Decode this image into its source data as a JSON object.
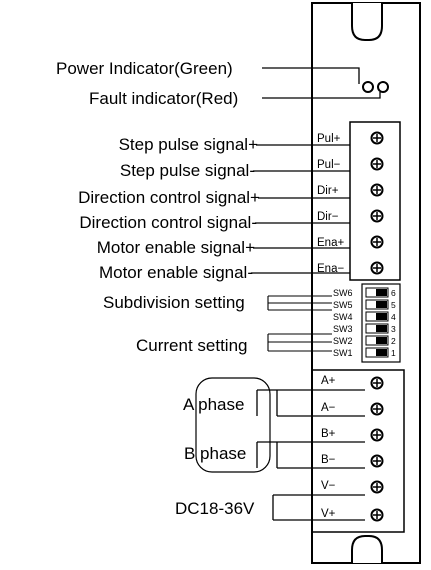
{
  "indicators": {
    "power": "Power Indicator(Green)",
    "fault": "Fault indicator(Red)"
  },
  "signal_labels": [
    "Step pulse signal+",
    "Step pulse signal-",
    "Direction control signal+",
    "Direction control signal-",
    "Motor enable signal+",
    "Motor enable signal-"
  ],
  "signal_terminals": [
    "Pul+",
    "Pul−",
    "Dir+",
    "Dir−",
    "Ena+",
    "Ena−"
  ],
  "settings": {
    "subdivision": "Subdivision setting",
    "current": "Current setting"
  },
  "dip_switches": [
    "SW6",
    "SW5",
    "SW4",
    "SW3",
    "SW2",
    "SW1"
  ],
  "dip_numbers": [
    "6",
    "5",
    "4",
    "3",
    "2",
    "1"
  ],
  "power_labels": {
    "a_phase": "A phase",
    "b_phase": "B phase",
    "dc": "DC18-36V"
  },
  "power_terminals": [
    "A+",
    "A−",
    "B+",
    "B−",
    "V−",
    "V+"
  ]
}
